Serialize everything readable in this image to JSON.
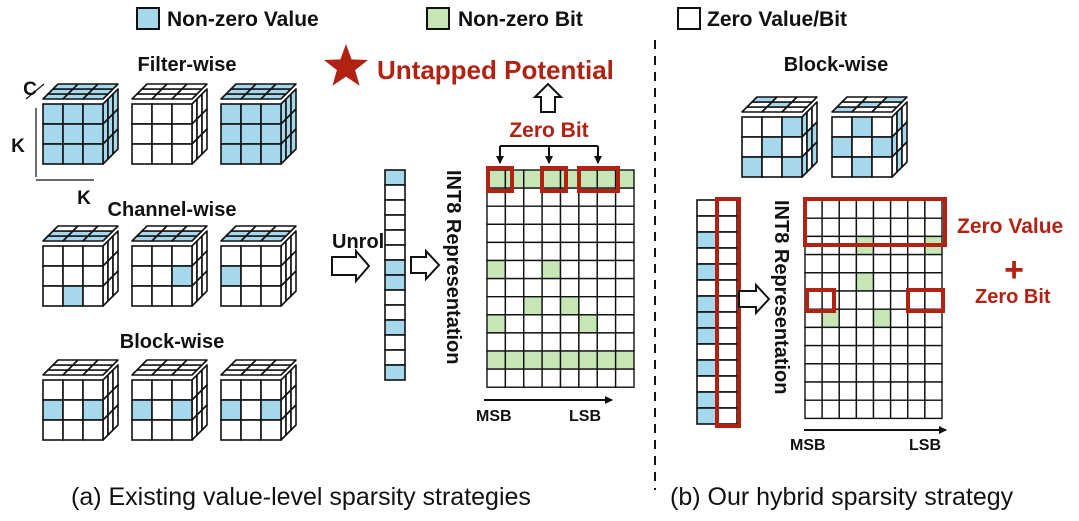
{
  "legend": {
    "non_zero_value": "Non-zero Value",
    "non_zero_bit": "Non-zero Bit",
    "zero_value_bit": "Zero Value/Bit"
  },
  "colors": {
    "value": "#a6d8ec",
    "bit": "#c6e6b6",
    "accent": "#b22213",
    "line": "#111111"
  },
  "left": {
    "filter_wise": "Filter-wise",
    "channel_wise": "Channel-wise",
    "block_wise": "Block-wise",
    "dim_c": "C",
    "dim_k_vertical": "K",
    "dim_k_horizontal": "K",
    "unroll": "Unroll",
    "int8_representation": "INT8 Representation",
    "untapped_potential": "Untapped Potential",
    "star_icon": "star-icon",
    "zero_bit": "Zero Bit",
    "msb": "MSB",
    "lsb": "LSB",
    "caption": "(a) Existing value-level sparsity strategies"
  },
  "right": {
    "block_wise": "Block-wise",
    "int8_representation": "INT8 Representation",
    "zero_value": "Zero Value",
    "plus": "+",
    "zero_bit": "Zero Bit",
    "msb": "MSB",
    "lsb": "LSB",
    "caption": "(b) Our hybrid sparsity strategy"
  }
}
